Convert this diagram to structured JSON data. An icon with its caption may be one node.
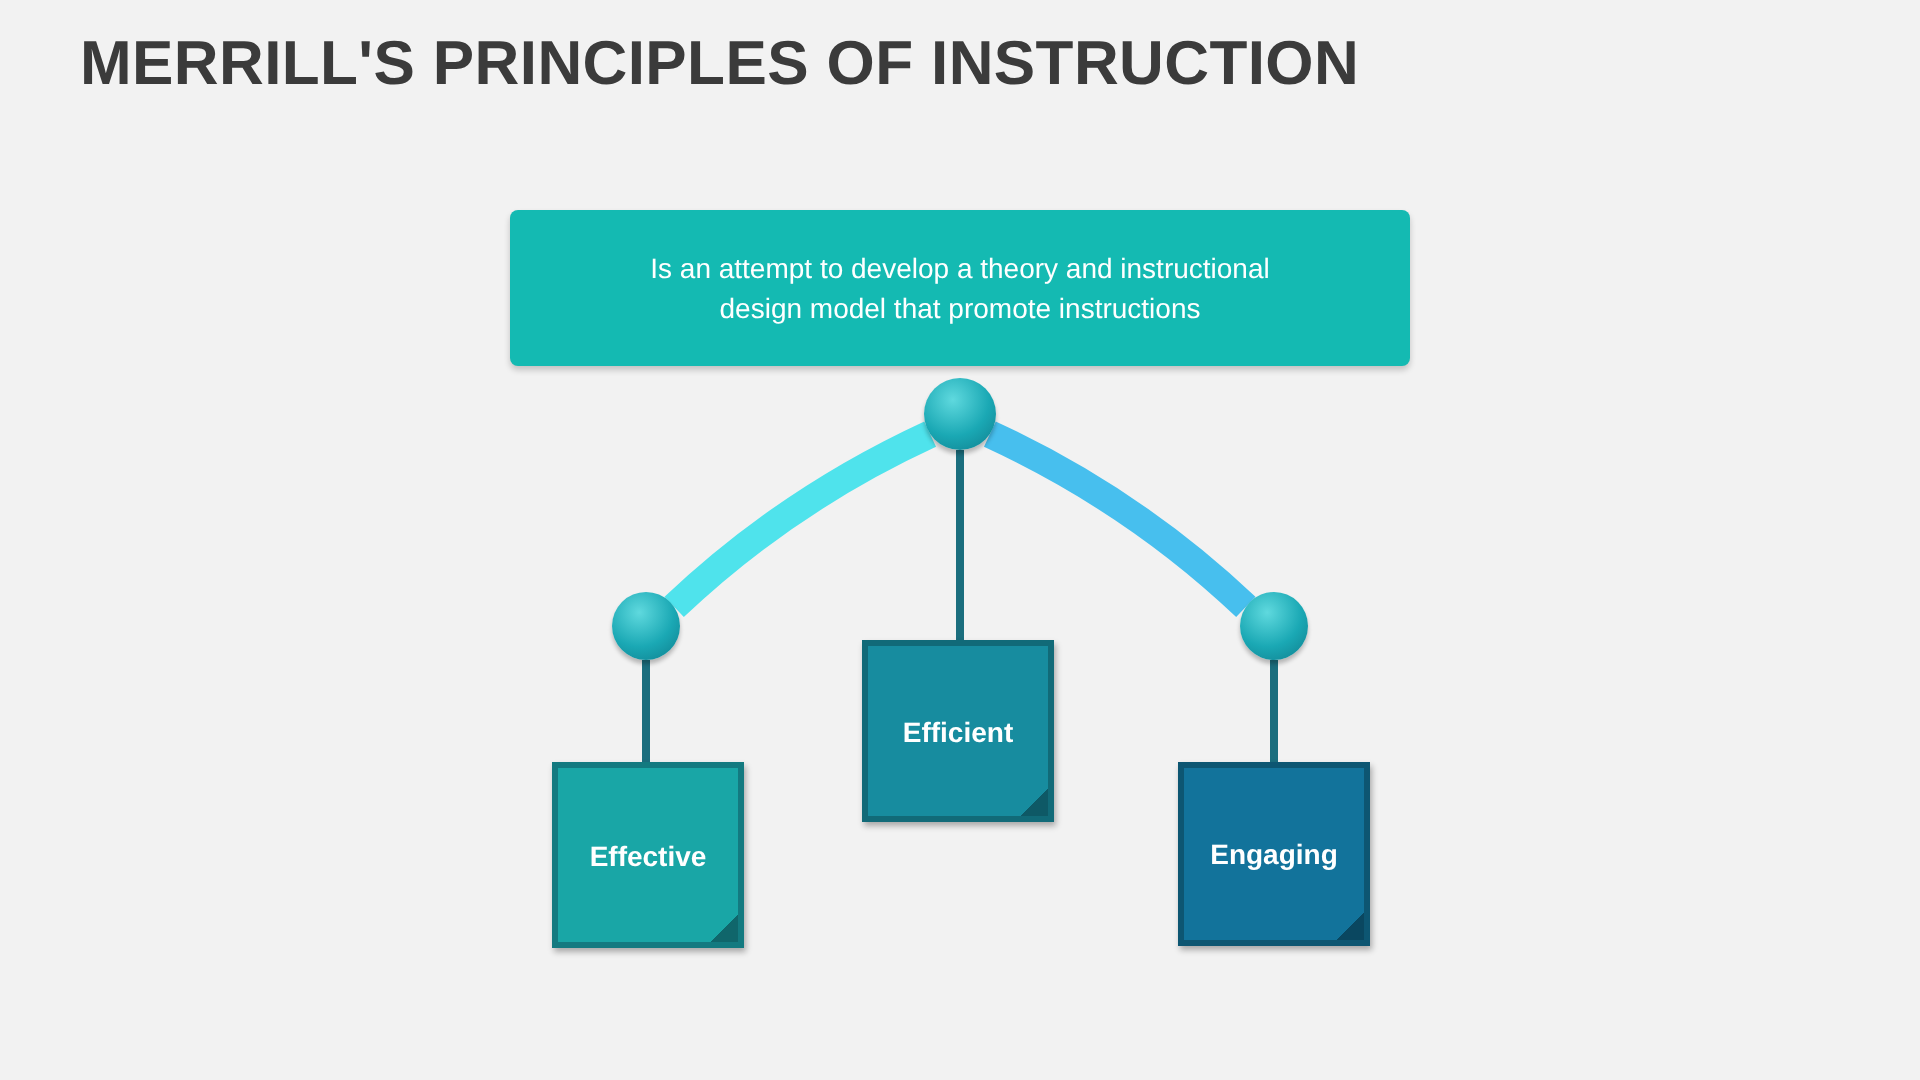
{
  "diagram": {
    "title": "MERRILL'S PRINCIPLES OF INSTRUCTION",
    "nodes": [
      {
        "text": [
          "Is an attempt to develop a theory and instructional design model that promote instructions"
        ]
      },
      {
        "text": [],
        "shape": "circle"
      },
      {
        "text": [],
        "shape": "circle"
      },
      {
        "text": [],
        "shape": "circle"
      },
      {
        "text": [
          "Effective"
        ]
      },
      {
        "text": [
          "Efficient"
        ]
      },
      {
        "text": [
          "Engaging"
        ]
      }
    ],
    "edges": [
      {
        "from": 1,
        "to": 2,
        "arrow": "none",
        "style": "thick",
        "color": "#4fe3ec"
      },
      {
        "from": 1,
        "to": 3,
        "arrow": "none",
        "style": "thick",
        "color": "#47bfee"
      },
      {
        "from": 1,
        "to": 5,
        "arrow": "none"
      },
      {
        "from": 2,
        "to": 4,
        "arrow": "none"
      },
      {
        "from": 3,
        "to": 6,
        "arrow": "none"
      }
    ]
  }
}
